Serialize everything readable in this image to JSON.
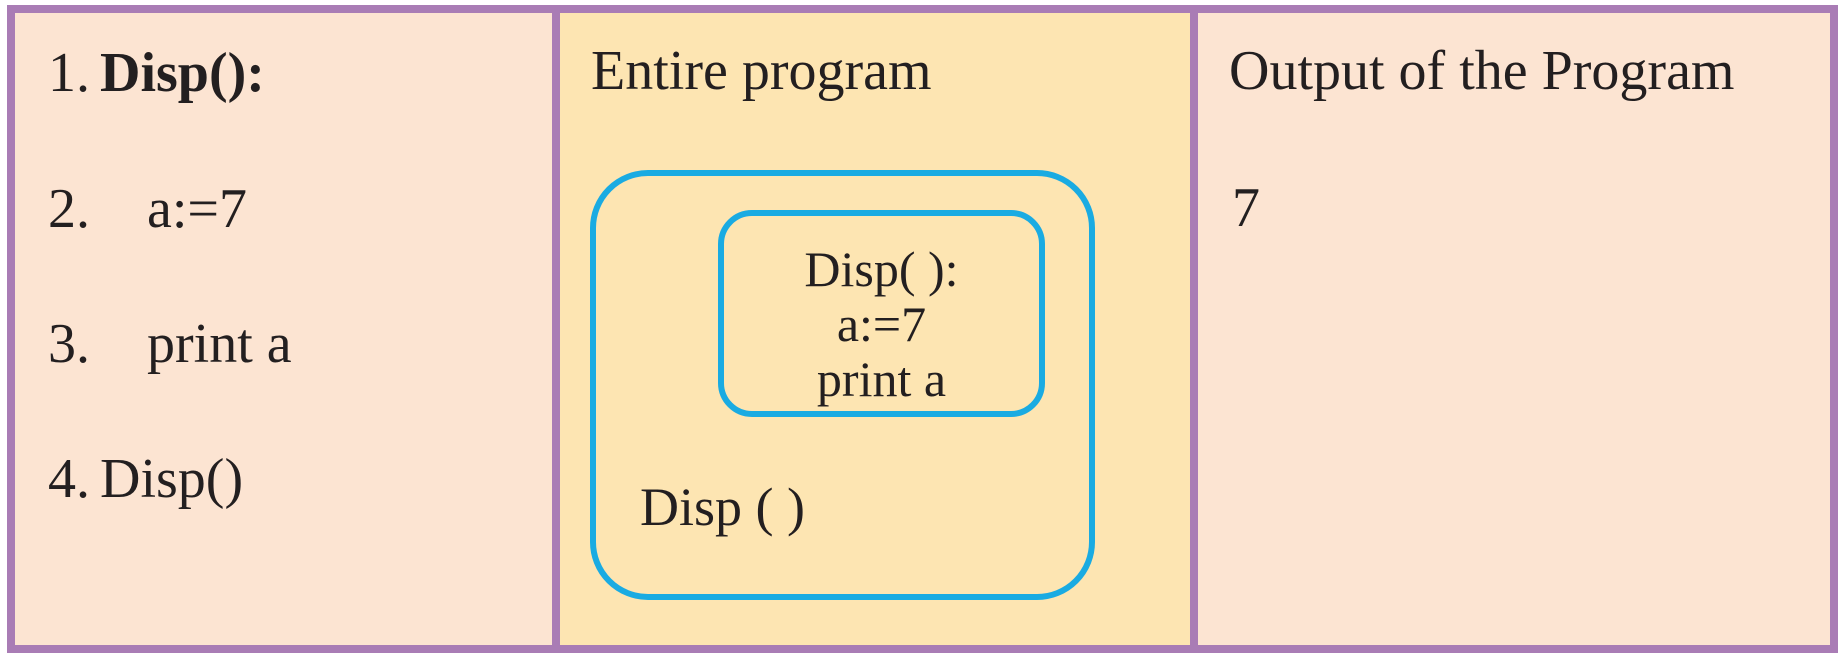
{
  "colors": {
    "panel_peach": "#fce4d2",
    "panel_yellow": "#fde5b2",
    "frame_purple": "#a97cb5",
    "box_cyan": "#1aabe2",
    "text_ink": "#231f20",
    "page_bg": "#ffffff"
  },
  "left_panel": {
    "lines": [
      {
        "num": "1.",
        "text": "Disp():",
        "bold": true,
        "indent": false
      },
      {
        "num": "2.",
        "text": "a:=7",
        "bold": false,
        "indent": true
      },
      {
        "num": "3.",
        "text": "print a",
        "bold": false,
        "indent": true
      },
      {
        "num": "4.",
        "text": "Disp()",
        "bold": false,
        "indent": false
      }
    ]
  },
  "middle_panel": {
    "title": "Entire program",
    "inner_box": {
      "lines": [
        "Disp( ):",
        "a:=7",
        "print a"
      ]
    },
    "outer_box_label": "Disp ( )"
  },
  "right_panel": {
    "title": "Output of the Program",
    "output_value": "7"
  }
}
